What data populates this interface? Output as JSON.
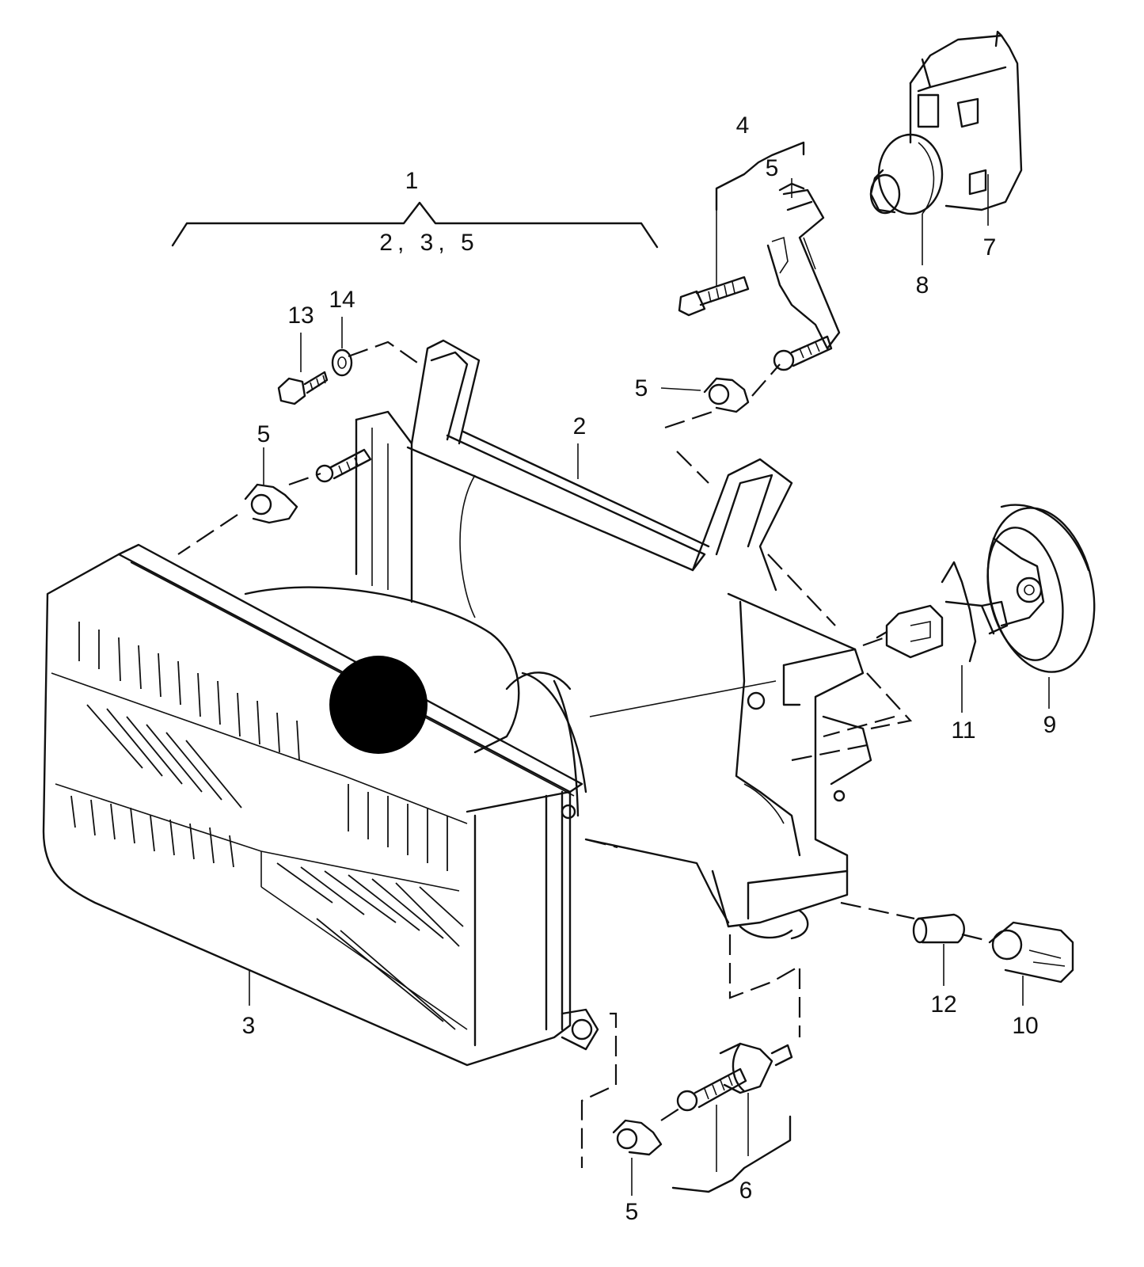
{
  "callouts": {
    "c1": "1",
    "c1_sub": "2, 3, 5",
    "c2": "2",
    "c3": "3",
    "c4": "4",
    "c5a": "5",
    "c5b": "5",
    "c5c": "5",
    "c5d": "5",
    "c6": "6",
    "c7": "7",
    "c8": "8",
    "c9": "9",
    "c10": "10",
    "c11": "11",
    "c12": "12",
    "c13": "13",
    "c14": "14"
  },
  "colors": {
    "ink": "#111111",
    "paper": "#ffffff"
  }
}
